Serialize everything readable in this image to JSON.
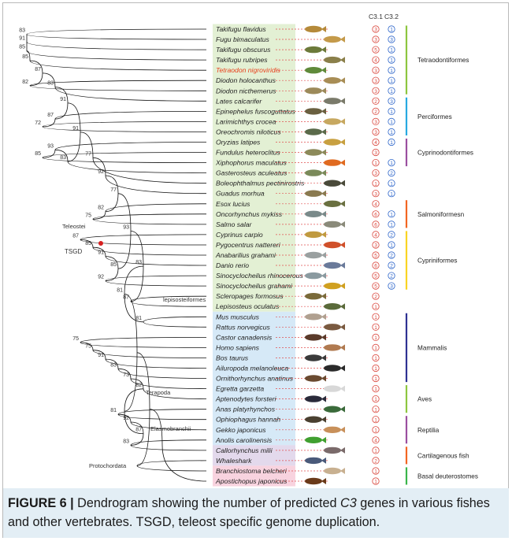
{
  "columns": {
    "c31": "C3.1",
    "c32": "C3.2"
  },
  "tree_labels": {
    "teleostei": "Teleostei",
    "tsgd": "TSGD",
    "lepisosteiformes": "lepisosteiformes",
    "terapoda": "Terapoda",
    "elasmobranchii": "Elasmobranchii",
    "protochordata": "Protochordata"
  },
  "bootstrap": [
    "83",
    "91",
    "85",
    "85",
    "82",
    "87",
    "83",
    "72",
    "87",
    "91",
    "85",
    "93",
    "83",
    "91",
    "77",
    "92",
    "75",
    "82",
    "77",
    "87",
    "85",
    "91",
    "92",
    "85",
    "93",
    "87",
    "83",
    "81",
    "81",
    "75",
    "75",
    "91",
    "83",
    "73",
    "82",
    "81",
    "92",
    "83",
    "87"
  ],
  "species": [
    {
      "name": "Takifugu flavidus",
      "c31": "3",
      "c32": "1",
      "highlight": false,
      "group": "green",
      "fish_color": "#b58a3a"
    },
    {
      "name": "Fugu bimaculatus",
      "c31": "3",
      "c32": "3",
      "highlight": false,
      "group": "green",
      "fish_color": "#c49a4a"
    },
    {
      "name": "Takifugu obscurus",
      "c31": "5",
      "c32": "1",
      "highlight": false,
      "group": "green",
      "fish_color": "#6c7a3a"
    },
    {
      "name": "Takifugu rubripes",
      "c31": "4",
      "c32": "1",
      "highlight": false,
      "group": "green",
      "fish_color": "#8a7f4a"
    },
    {
      "name": "Tetraodon nigroviridis",
      "c31": "3",
      "c32": "1",
      "highlight": true,
      "group": "green",
      "fish_color": "#5f8a3a"
    },
    {
      "name": "Diodon holocanthus",
      "c31": "3",
      "c32": "1",
      "highlight": false,
      "group": "green",
      "fish_color": "#a88d55"
    },
    {
      "name": "Diodon nicthemerus",
      "c31": "3",
      "c32": "1",
      "highlight": false,
      "group": "green",
      "fish_color": "#9c8a5a"
    },
    {
      "name": "Lates calcarifer",
      "c31": "2",
      "c32": "3",
      "highlight": false,
      "group": "green",
      "fish_color": "#7a7a6a"
    },
    {
      "name": "Epinephelus fuscoguttatus",
      "c31": "2",
      "c32": "1",
      "highlight": false,
      "group": "green",
      "fish_color": "#6a6040"
    },
    {
      "name": "Larimichthys crocea",
      "c31": "3",
      "c32": "1",
      "highlight": false,
      "group": "green",
      "fish_color": "#c7a860"
    },
    {
      "name": "Oreochromis niloticus",
      "c31": "3",
      "c32": "1",
      "highlight": false,
      "group": "green",
      "fish_color": "#5a6a4a"
    },
    {
      "name": "Oryzias latipes",
      "c31": "4",
      "c32": "1",
      "highlight": false,
      "group": "green",
      "fish_color": "#c8a040"
    },
    {
      "name": "Fundulus heteroclitus",
      "c31": "3",
      "c32": "",
      "highlight": false,
      "group": "green",
      "fish_color": "#8c8a5a"
    },
    {
      "name": "Xiphophorus maculatus",
      "c31": "1",
      "c32": "1",
      "highlight": false,
      "group": "green",
      "fish_color": "#e06a20"
    },
    {
      "name": "Gasterosteus aculeatus",
      "c31": "3",
      "c32": "2",
      "highlight": false,
      "group": "green",
      "fish_color": "#7a8a5a"
    },
    {
      "name": "Boleophthalmus pectinirostris",
      "c31": "1",
      "c32": "1",
      "highlight": false,
      "group": "green",
      "fish_color": "#4a4a3a"
    },
    {
      "name": "Guadus morhua",
      "c31": "3",
      "c32": "1",
      "highlight": false,
      "group": "green",
      "fish_color": "#8a7a50"
    },
    {
      "name": "Esox lucius",
      "c31": "4",
      "c32": "",
      "highlight": false,
      "group": "green",
      "fish_color": "#6a7040"
    },
    {
      "name": "Oncorhynchus mykiss",
      "c31": "6",
      "c32": "1",
      "highlight": false,
      "group": "green",
      "fish_color": "#7a8a8a"
    },
    {
      "name": "Salmo salar",
      "c31": "6",
      "c32": "1",
      "highlight": false,
      "group": "green",
      "fish_color": "#8a8a7a"
    },
    {
      "name": "Cyprinus carpio",
      "c31": "4",
      "c32": "2",
      "highlight": false,
      "group": "green",
      "fish_color": "#c09a40"
    },
    {
      "name": "Pygocentrus nattereri",
      "c31": "3",
      "c32": "1",
      "highlight": false,
      "group": "green",
      "fish_color": "#d0502a"
    },
    {
      "name": "Anabarilius grahami",
      "c31": "5",
      "c32": "2",
      "highlight": false,
      "group": "green",
      "fish_color": "#9aa0a0"
    },
    {
      "name": "Danio rerio",
      "c31": "6",
      "c32": "2",
      "highlight": false,
      "group": "green",
      "fish_color": "#6a7a9a"
    },
    {
      "name": "Sinocyclocheilus rhinocerous",
      "c31": "5",
      "c32": "2",
      "highlight": false,
      "group": "green",
      "fish_color": "#8a9aa0"
    },
    {
      "name": "Sinocyclocheilus grahami",
      "c31": "5",
      "c32": "3",
      "highlight": false,
      "group": "green",
      "fish_color": "#d0a020"
    },
    {
      "name": "Scleropages formosus",
      "c31": "2",
      "c32": "",
      "highlight": false,
      "group": "green",
      "fish_color": "#7a6a3a"
    },
    {
      "name": "Lepisosteus oculatus",
      "c31": "1",
      "c32": "",
      "highlight": false,
      "group": "green",
      "fish_color": "#5a6a3a"
    },
    {
      "name": "Mus musculus",
      "c31": "1",
      "c32": "",
      "highlight": false,
      "group": "blue",
      "fish_color": "#b0a090"
    },
    {
      "name": "Rattus norvegicus",
      "c31": "1",
      "c32": "",
      "highlight": false,
      "group": "blue",
      "fish_color": "#7a5a40"
    },
    {
      "name": "Castor canadensis",
      "c31": "1",
      "c32": "",
      "highlight": false,
      "group": "blue",
      "fish_color": "#5a3a2a"
    },
    {
      "name": "Homo sapiens",
      "c31": "1",
      "c32": "",
      "highlight": false,
      "group": "blue",
      "fish_color": "#b07a50"
    },
    {
      "name": "Bos taurus",
      "c31": "1",
      "c32": "",
      "highlight": false,
      "group": "blue",
      "fish_color": "#3a3a3a"
    },
    {
      "name": "Ailuropoda melanoleuca",
      "c31": "1",
      "c32": "",
      "highlight": false,
      "group": "blue",
      "fish_color": "#2a2a2a"
    },
    {
      "name": "Ornithorhynchus anatinus",
      "c31": "1",
      "c32": "",
      "highlight": false,
      "group": "blue",
      "fish_color": "#6a4a30"
    },
    {
      "name": "Egretta garzetta",
      "c31": "1",
      "c32": "",
      "highlight": false,
      "group": "blue",
      "fish_color": "#d8d8d8"
    },
    {
      "name": "Aptenodytes forsteri",
      "c31": "1",
      "c32": "",
      "highlight": false,
      "group": "blue",
      "fish_color": "#2a2a3a"
    },
    {
      "name": "Anas platyrhynchos",
      "c31": "1",
      "c32": "",
      "highlight": false,
      "group": "blue",
      "fish_color": "#3a6a3a"
    },
    {
      "name": "Ophiophagus hannah",
      "c31": "1",
      "c32": "",
      "highlight": false,
      "group": "blue",
      "fish_color": "#4a4030"
    },
    {
      "name": "Gekko japonicus",
      "c31": "1",
      "c32": "",
      "highlight": false,
      "group": "blue",
      "fish_color": "#c8905a"
    },
    {
      "name": "Anolis carolinensis",
      "c31": "4",
      "c32": "",
      "highlight": false,
      "group": "blue",
      "fish_color": "#40a030"
    },
    {
      "name": "Callorhynchus milii",
      "c31": "1",
      "c32": "",
      "highlight": false,
      "group": "purple",
      "fish_color": "#7a6a6a"
    },
    {
      "name": "Whaleshark",
      "c31": "2",
      "c32": "",
      "highlight": false,
      "group": "purple",
      "fish_color": "#4a5a7a"
    },
    {
      "name": "Branchiostoma belcheri",
      "c31": "1",
      "c32": "",
      "highlight": false,
      "group": "pink",
      "fish_color": "#c8b090"
    },
    {
      "name": "Apostichopus japonicus",
      "c31": "1",
      "c32": "",
      "highlight": false,
      "group": "pink",
      "fish_color": "#6a3a1a"
    }
  ],
  "clades": [
    {
      "name": "Tetraodontiformes",
      "from": 0,
      "to": 6,
      "color": "#8dc63f"
    },
    {
      "name": "Perciformes",
      "from": 7,
      "to": 10,
      "color": "#27a9e1"
    },
    {
      "name": "Cyprinodontiformes",
      "from": 11,
      "to": 13,
      "color": "#9b4f9f"
    },
    {
      "name": "Salmoniformesn",
      "from": 17,
      "to": 19,
      "color": "#f26522"
    },
    {
      "name": "Cypriniformes",
      "from": 20,
      "to": 25,
      "color": "#f9d423"
    },
    {
      "name": "Mammalis",
      "from": 28,
      "to": 34,
      "color": "#2e3192"
    },
    {
      "name": "Aves",
      "from": 35,
      "to": 37,
      "color": "#8dc63f"
    },
    {
      "name": "Reptilia",
      "from": 38,
      "to": 40,
      "color": "#9b4f9f"
    },
    {
      "name": "Cartilagenous fish",
      "from": 41,
      "to": 42,
      "color": "#f26522"
    },
    {
      "name": "Basal deuterostomes",
      "from": 43,
      "to": 44,
      "color": "#39b54a"
    }
  ],
  "group_colors": {
    "green": "#e3f0d4",
    "blue": "#d6e9f7",
    "purple": "#e3d9ec",
    "pink": "#f8d3df"
  },
  "caption": {
    "label": "FIGURE 6 |",
    "text_before": " Dendrogram showing the number of predicted ",
    "gene": "C3",
    "text_after": " genes in various fishes and other vertebrates. TSGD, teleost specific genome  duplication."
  }
}
